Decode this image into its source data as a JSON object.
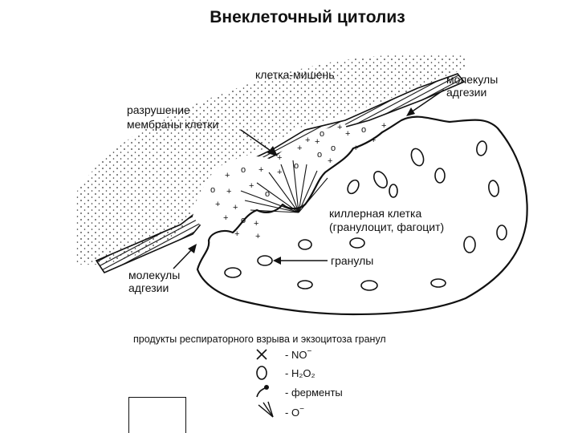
{
  "title": "Внеклеточный цитолиз",
  "labels": {
    "target_cell": "клетка-мишень",
    "adhesion_top_1": "молекулы",
    "adhesion_top_2": "адгезии",
    "membrane_1": "разрушение",
    "membrane_2": "мембраны клетки",
    "killer_1": "киллерная клетка",
    "killer_2": "(гранулоцит, фагоцит)",
    "granules": "гранулы",
    "adhesion_bottom_1": "молекулы",
    "adhesion_bottom_2": "адгезии"
  },
  "legend": {
    "heading": "продукты респираторного взрыва и экзоцитоза гранул",
    "items": [
      {
        "icon": "cross-icon",
        "text": "- NO",
        "sup": "−"
      },
      {
        "icon": "circle-icon",
        "text": "- H₂O₂"
      },
      {
        "icon": "enzyme-icon",
        "text": "- ферменты"
      },
      {
        "icon": "ray-icon",
        "text": "- O",
        "sup": "−"
      }
    ]
  }
}
